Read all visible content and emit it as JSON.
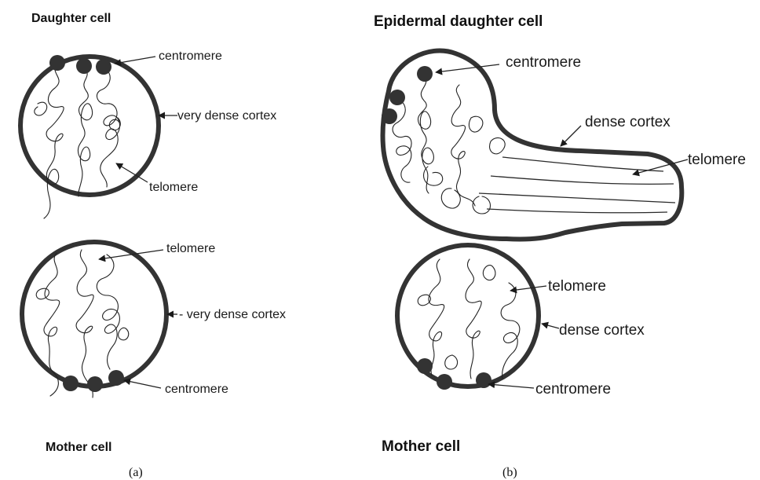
{
  "panel_a": {
    "title_top": "Daughter cell",
    "title_bottom": "Mother cell",
    "caption": "(a)",
    "labels": {
      "daughter_centromere": "centromere",
      "daughter_cortex": "very dense cortex",
      "daughter_telomere": "telomere",
      "mother_telomere": "telomere",
      "mother_cortex": "- very dense cortex",
      "mother_centromere": "centromere"
    }
  },
  "panel_b": {
    "title_top": "Epidermal daughter cell",
    "title_bottom": "Mother cell",
    "caption": "(b)",
    "labels": {
      "daughter_centromere": "centromere",
      "daughter_cortex": "dense cortex",
      "daughter_telomere": "telomere",
      "mother_telomere": "telomere",
      "mother_cortex": "dense cortex",
      "mother_centromere": "centromere"
    }
  },
  "colors": {
    "cell_wall": "#333333",
    "centromere": "#333333",
    "chromosome": "#222222"
  }
}
